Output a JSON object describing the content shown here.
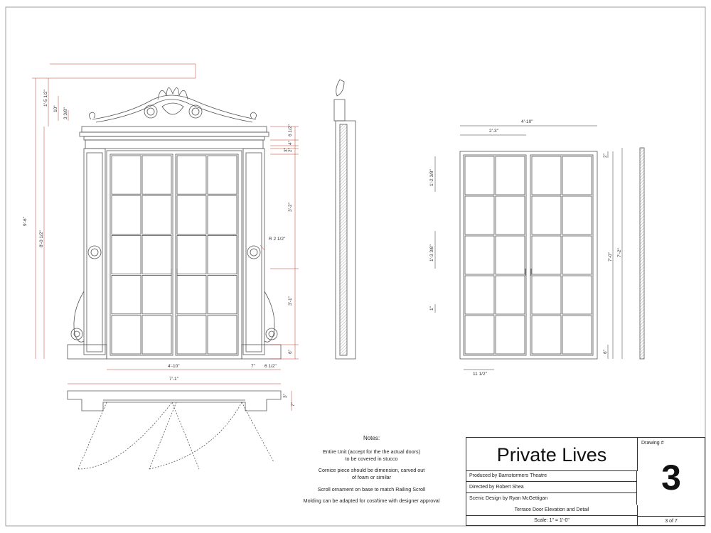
{
  "elevation": {
    "dims": {
      "overall_height": "9'-6\"",
      "door_height": "8'-0 1/2\"",
      "pediment_height": "1'-5 1/2\"",
      "pediment_mid": "10\"",
      "pediment_low": "3 3/8\"",
      "cornice_top": "6 1/2\"",
      "cornice_mid": "4\"",
      "cornice_a": "3\"",
      "cornice_b": "2\"",
      "upper_panel": "3'-2\"",
      "lower_panel": "3'-1\"",
      "base": "6\"",
      "radius": "R 2 1/2\"",
      "door_width": "4'-10\"",
      "pilaster_width": "7\"",
      "pilaster_offset": "6 1/2\"",
      "overall_width": "7'-1\""
    }
  },
  "plan": {
    "dims": {
      "depth_a": "3\"",
      "depth_b": "7\""
    }
  },
  "door_detail": {
    "dims": {
      "overall_width": "4'-10\"",
      "leaf_width": "2'-3\"",
      "frame_top": "2\"",
      "pane_upper": "1'-2 3/8\"",
      "pane_mid": "1'-3 3/8\"",
      "muntin": "1\"",
      "door_height": "7'-0\"",
      "frame_height": "7'-2\"",
      "sill": "6\"",
      "stile_width": "11 1/2\""
    }
  },
  "notes": {
    "heading": "Notes:",
    "items": [
      "Entire Unit (accept for the the actual doors)\nto be covered in stucco",
      "Cornice piece should be dimension, carved out\nof foam or similar",
      "Scroll ornament on base to match Railing Scroll",
      "Molding can be adapted for cost/time with designer approval"
    ]
  },
  "title_block": {
    "title": "Private Lives",
    "produced_by": "Produced by Barnstormers Theatre",
    "directed_by": "Directed by Robert Shea",
    "scenic_design": "Scenic Design by Ryan McGettigan",
    "description": "Terrace Door Elevation and Detail",
    "scale": "Scale: 1\" = 1'-0\"",
    "drawing_label": "Drawing #",
    "drawing_number": "3",
    "page": "3 of 7"
  },
  "colors": {
    "line": "#555555",
    "dimension": "#c0392b",
    "text": "#222222"
  }
}
